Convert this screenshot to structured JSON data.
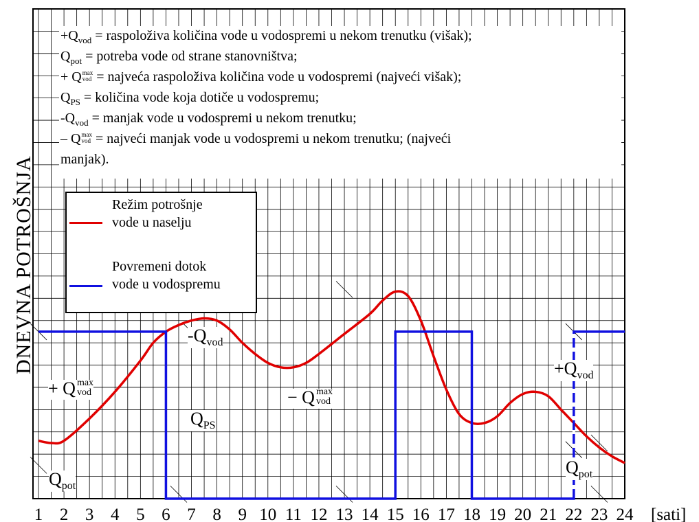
{
  "chart_data": {
    "type": "line",
    "ylabel": "DNEVNA POTROŠNJA",
    "xunit": "[sati]",
    "x_ticks": [
      "1",
      "2",
      "3",
      "4",
      "5",
      "6",
      "7",
      "8",
      "9",
      "10",
      "11",
      "12",
      "13",
      "14",
      "15",
      "16",
      "17",
      "18",
      "19",
      "20",
      "21",
      "22",
      "23",
      "24"
    ],
    "xlim": [
      1,
      24
    ],
    "series": [
      {
        "name": "Režim potrošnje vode u naselju",
        "color": "#e00000",
        "x": [
          1,
          1.5,
          2,
          3,
          4,
          5,
          5.5,
          6,
          6.5,
          7,
          7.5,
          8,
          8.5,
          9,
          9.5,
          10,
          10.5,
          11,
          11.5,
          12,
          13,
          14,
          14.5,
          15,
          15.5,
          16,
          16.5,
          17,
          17.5,
          18,
          18.5,
          19,
          19.5,
          20,
          20.5,
          21,
          21.5,
          22,
          22.5,
          23,
          23.5,
          24
        ],
        "y": [
          2.6,
          2.5,
          2.6,
          3.6,
          4.8,
          6.2,
          7.0,
          7.5,
          7.8,
          8.0,
          8.1,
          8.0,
          7.6,
          7.0,
          6.5,
          6.1,
          5.9,
          5.9,
          6.1,
          6.5,
          7.4,
          8.3,
          8.9,
          9.3,
          9.1,
          8.0,
          6.4,
          4.9,
          3.8,
          3.4,
          3.4,
          3.7,
          4.3,
          4.7,
          4.8,
          4.6,
          4.0,
          3.4,
          2.8,
          2.3,
          1.9,
          1.6
        ]
      },
      {
        "name": "Povremeni dotok vode u vodospremu",
        "color": "#1010e0",
        "x": [
          1,
          6,
          6,
          15,
          15,
          18,
          18,
          22,
          22,
          24
        ],
        "y": [
          7.5,
          7.5,
          0,
          0,
          7.5,
          7.5,
          0,
          0,
          7.5,
          7.5
        ]
      }
    ],
    "ylim": [
      0,
      22
    ]
  },
  "definitions": [
    {
      "pre": "+Q",
      "sub": "vod",
      "text": " = raspoloživa količina vode u vodospremi u nekom trenutku (višak);"
    },
    {
      "pre": "Q",
      "sub": "pot",
      "text": " = potreba vode od strane stanovništva;"
    },
    {
      "pre": "+ Q",
      "sup_top": "max",
      "sup_bot": "vod",
      "text": " = najveća raspoloživa količina vode u vodospremi (najveći višak);"
    },
    {
      "pre": "Q",
      "sub": "PS",
      "text": " = količina vode koja dotiče u vodospremu;"
    },
    {
      "pre": "-Q",
      "sub": "vod",
      "text": " = manjak vode u vodospremi u nekom trenutku;"
    },
    {
      "pre": "– Q",
      "sup_top": "max",
      "sup_bot": "vod",
      "text": " = najveći manjak vode u vodospremi u nekom trenutku; (najveći"
    },
    {
      "pre": "",
      "text": "manjak)."
    }
  ],
  "legend": [
    {
      "label": "Režim potrošnje\nvode u  naselju",
      "color": "#e00000"
    },
    {
      "label": "Povremeni dotok\nvode u vodospremu",
      "color": "#1010e0"
    }
  ],
  "annotations": {
    "plus_qmax": {
      "pre": "+ Q",
      "top": "max",
      "bot": "vod"
    },
    "minus_qvod": {
      "pre": "-Q",
      "sub": "vod"
    },
    "minus_qmax": {
      "pre": "− Q",
      "top": "max",
      "bot": "vod"
    },
    "qps": {
      "pre": "Q",
      "sub": "PS"
    },
    "plus_qvod": {
      "pre": "+Q",
      "sub": "vod"
    },
    "qpot_left": {
      "pre": "Q",
      "sub": "pot"
    },
    "qpot_right": {
      "pre": "Q",
      "sub": "pot"
    }
  }
}
